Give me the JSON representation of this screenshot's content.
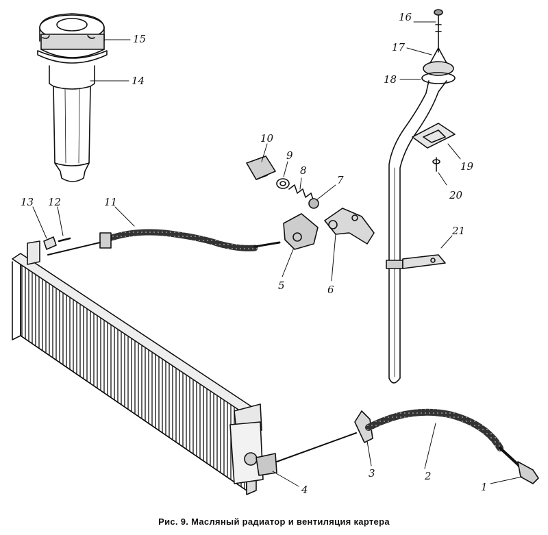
{
  "caption": "Рис. 9. Масляный радиатор и вентиляция картера",
  "callouts": {
    "c1": "1",
    "c2": "2",
    "c3": "3",
    "c4": "4",
    "c5": "5",
    "c6": "6",
    "c7": "7",
    "c8": "8",
    "c9": "9",
    "c10": "10",
    "c11": "11",
    "c12": "12",
    "c13": "13",
    "c14": "14",
    "c15": "15",
    "c16": "16",
    "c17": "17",
    "c18": "18",
    "c19": "19",
    "c20": "20",
    "c21": "21"
  }
}
